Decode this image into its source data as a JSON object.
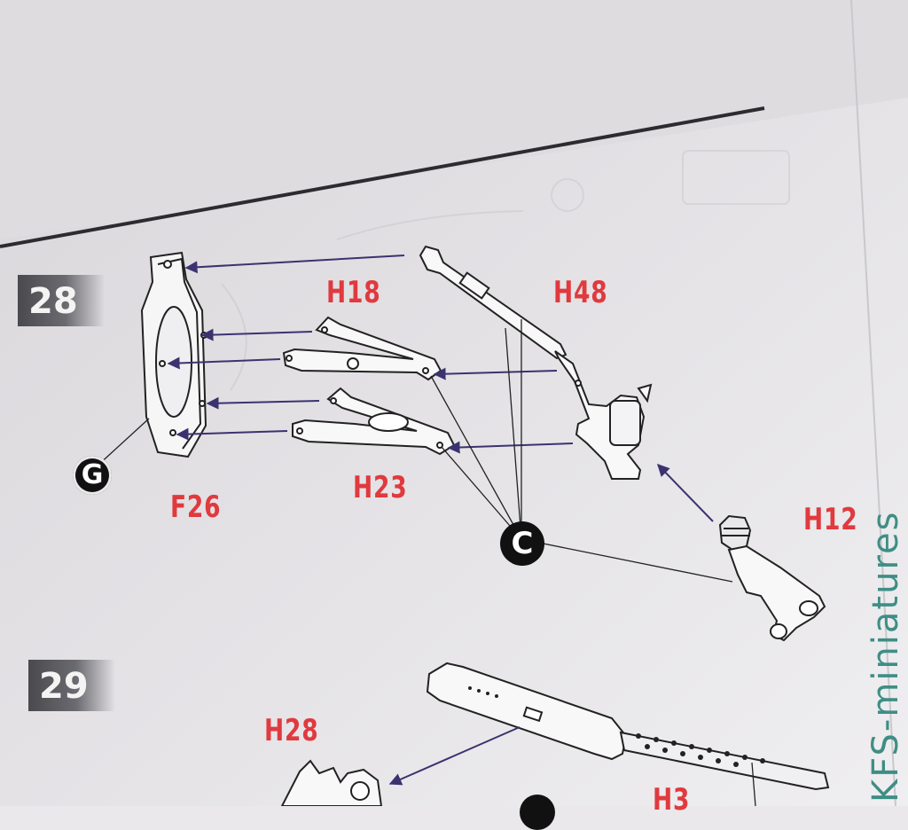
{
  "steps": {
    "step28": "28",
    "step29": "29"
  },
  "parts": {
    "f26": "F26",
    "h18": "H18",
    "h48": "H48",
    "h23": "H23",
    "h12": "H12",
    "h28": "H28",
    "h3": "H3"
  },
  "markers": {
    "g": "G",
    "c": "C"
  },
  "watermark": "KFS-miniatures",
  "colors": {
    "part_label": "#e03a3e",
    "arrow": "#3b3370",
    "step_bg": "#55555a",
    "watermark": "#3e8e85"
  }
}
